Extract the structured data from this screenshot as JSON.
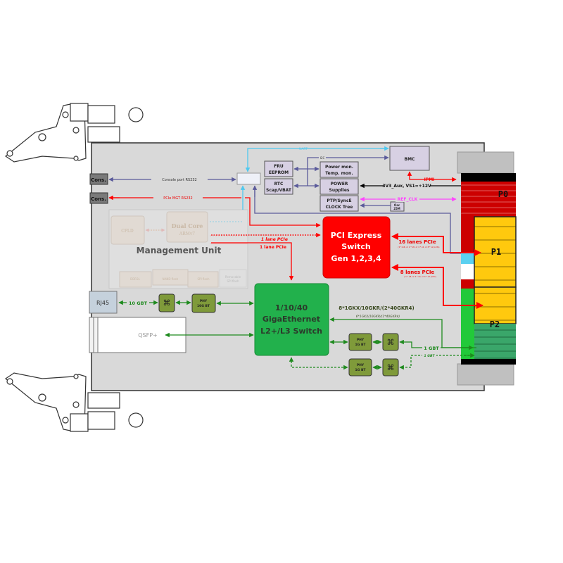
{
  "diagram": {
    "left_connectors": {
      "cons1": "Cons.",
      "cons2": "Cons.",
      "rj45": "RJ45",
      "qsfp": "QSFP+"
    },
    "links": {
      "console": "Console port RS232",
      "pcie_mgt": "PCIe MGT RS232",
      "uart": "UART",
      "i2c": "I2C",
      "ipmi": "IPMI",
      "power": "3V3_Aux, VS1=+12V",
      "ref_clk": "REF_CLK",
      "lane1_a": "1 lane PCIe",
      "lane1_b": "1 lane PCIe",
      "lanes16": "16 lanes PCIe",
      "lanes16_sub": "(1* x16, or 2 * x8, or 4 * x4, or 8 * x2 ports)",
      "lanes8": "8 lanes PCIe",
      "lanes8_sub": "( 1 * x8, or 2 * x4, or 4 * x2 ports)",
      "gbt10": "10 GBT",
      "gkx8": "8*1GKX/10GKR/(2*40GKR4)",
      "gkx6": "6*1GKX/10GKR/(1*40GKR4)",
      "gbt1": "1 GBT",
      "gbt1_dashed": "1 GBT"
    },
    "blocks": {
      "bmc": "BMC",
      "fru": [
        "FRU",
        "EEPROM"
      ],
      "rtc": [
        "RTC",
        "Scap/VBAT"
      ],
      "power_mon": [
        "Power mon.",
        "Temp. mon."
      ],
      "power_supplies": [
        "POWER",
        "Supplies"
      ],
      "ptp": [
        "PTP/SyncE",
        "CLOCK Tree"
      ],
      "osc": [
        "Osc",
        "25M"
      ],
      "pcie_switch": [
        "PCI Express",
        "Switch",
        "Gen 1,2,3,4"
      ],
      "eth_switch": [
        "1/10/40",
        "GigaEthernet",
        "L2+/L3 Switch"
      ],
      "phy10g": [
        "PHY",
        "10G BT"
      ],
      "phy1g_a": [
        "PHY",
        "1G BT"
      ],
      "phy1g_b": [
        "PHY",
        "1G BT"
      ]
    },
    "management_unit": {
      "title": "Management Unit",
      "cpld": "CPLD",
      "cpu": [
        "Dual Core",
        "ARMv7"
      ],
      "ddr": "DDR3L",
      "nand": "NAND flash",
      "spi": "SPI flash",
      "removable_spi": [
        "Removable",
        "SPI flash"
      ]
    },
    "backplane": {
      "p0": "P0",
      "p1": "P1",
      "p2": "P2"
    },
    "colors": {
      "board": "#d9d9d9",
      "pcie": "#ff0000",
      "eth": "#22b14c",
      "eth_line": "#1e8a1e",
      "mgmt_line": "#5b5b9b",
      "uart_line": "#4fc8ef",
      "ref_clk": "#ff44ff",
      "block": "#d7d0e3",
      "phy": "#7f9a3a",
      "p1p2_yellow": "#ffc90e",
      "p2_green": "#3aa66a",
      "p0_red": "#cc0000"
    }
  }
}
